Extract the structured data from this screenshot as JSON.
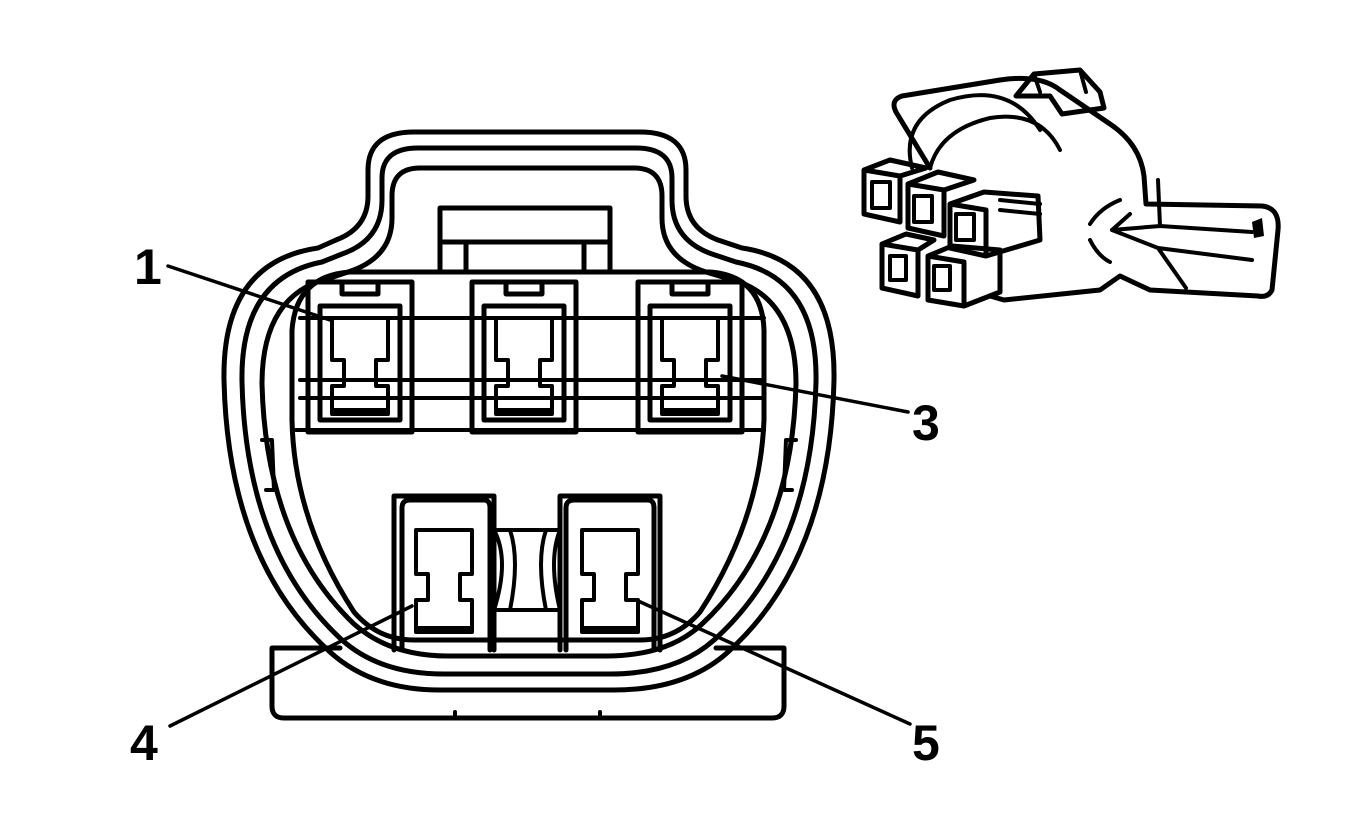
{
  "pin_labels": [
    "1",
    "3",
    "4",
    "5"
  ],
  "colors": {
    "line": "#000000",
    "background": "#ffffff"
  },
  "icons": {
    "connector_face": "connector-face-icon",
    "connector_isometric": "connector-isometric-icon"
  }
}
